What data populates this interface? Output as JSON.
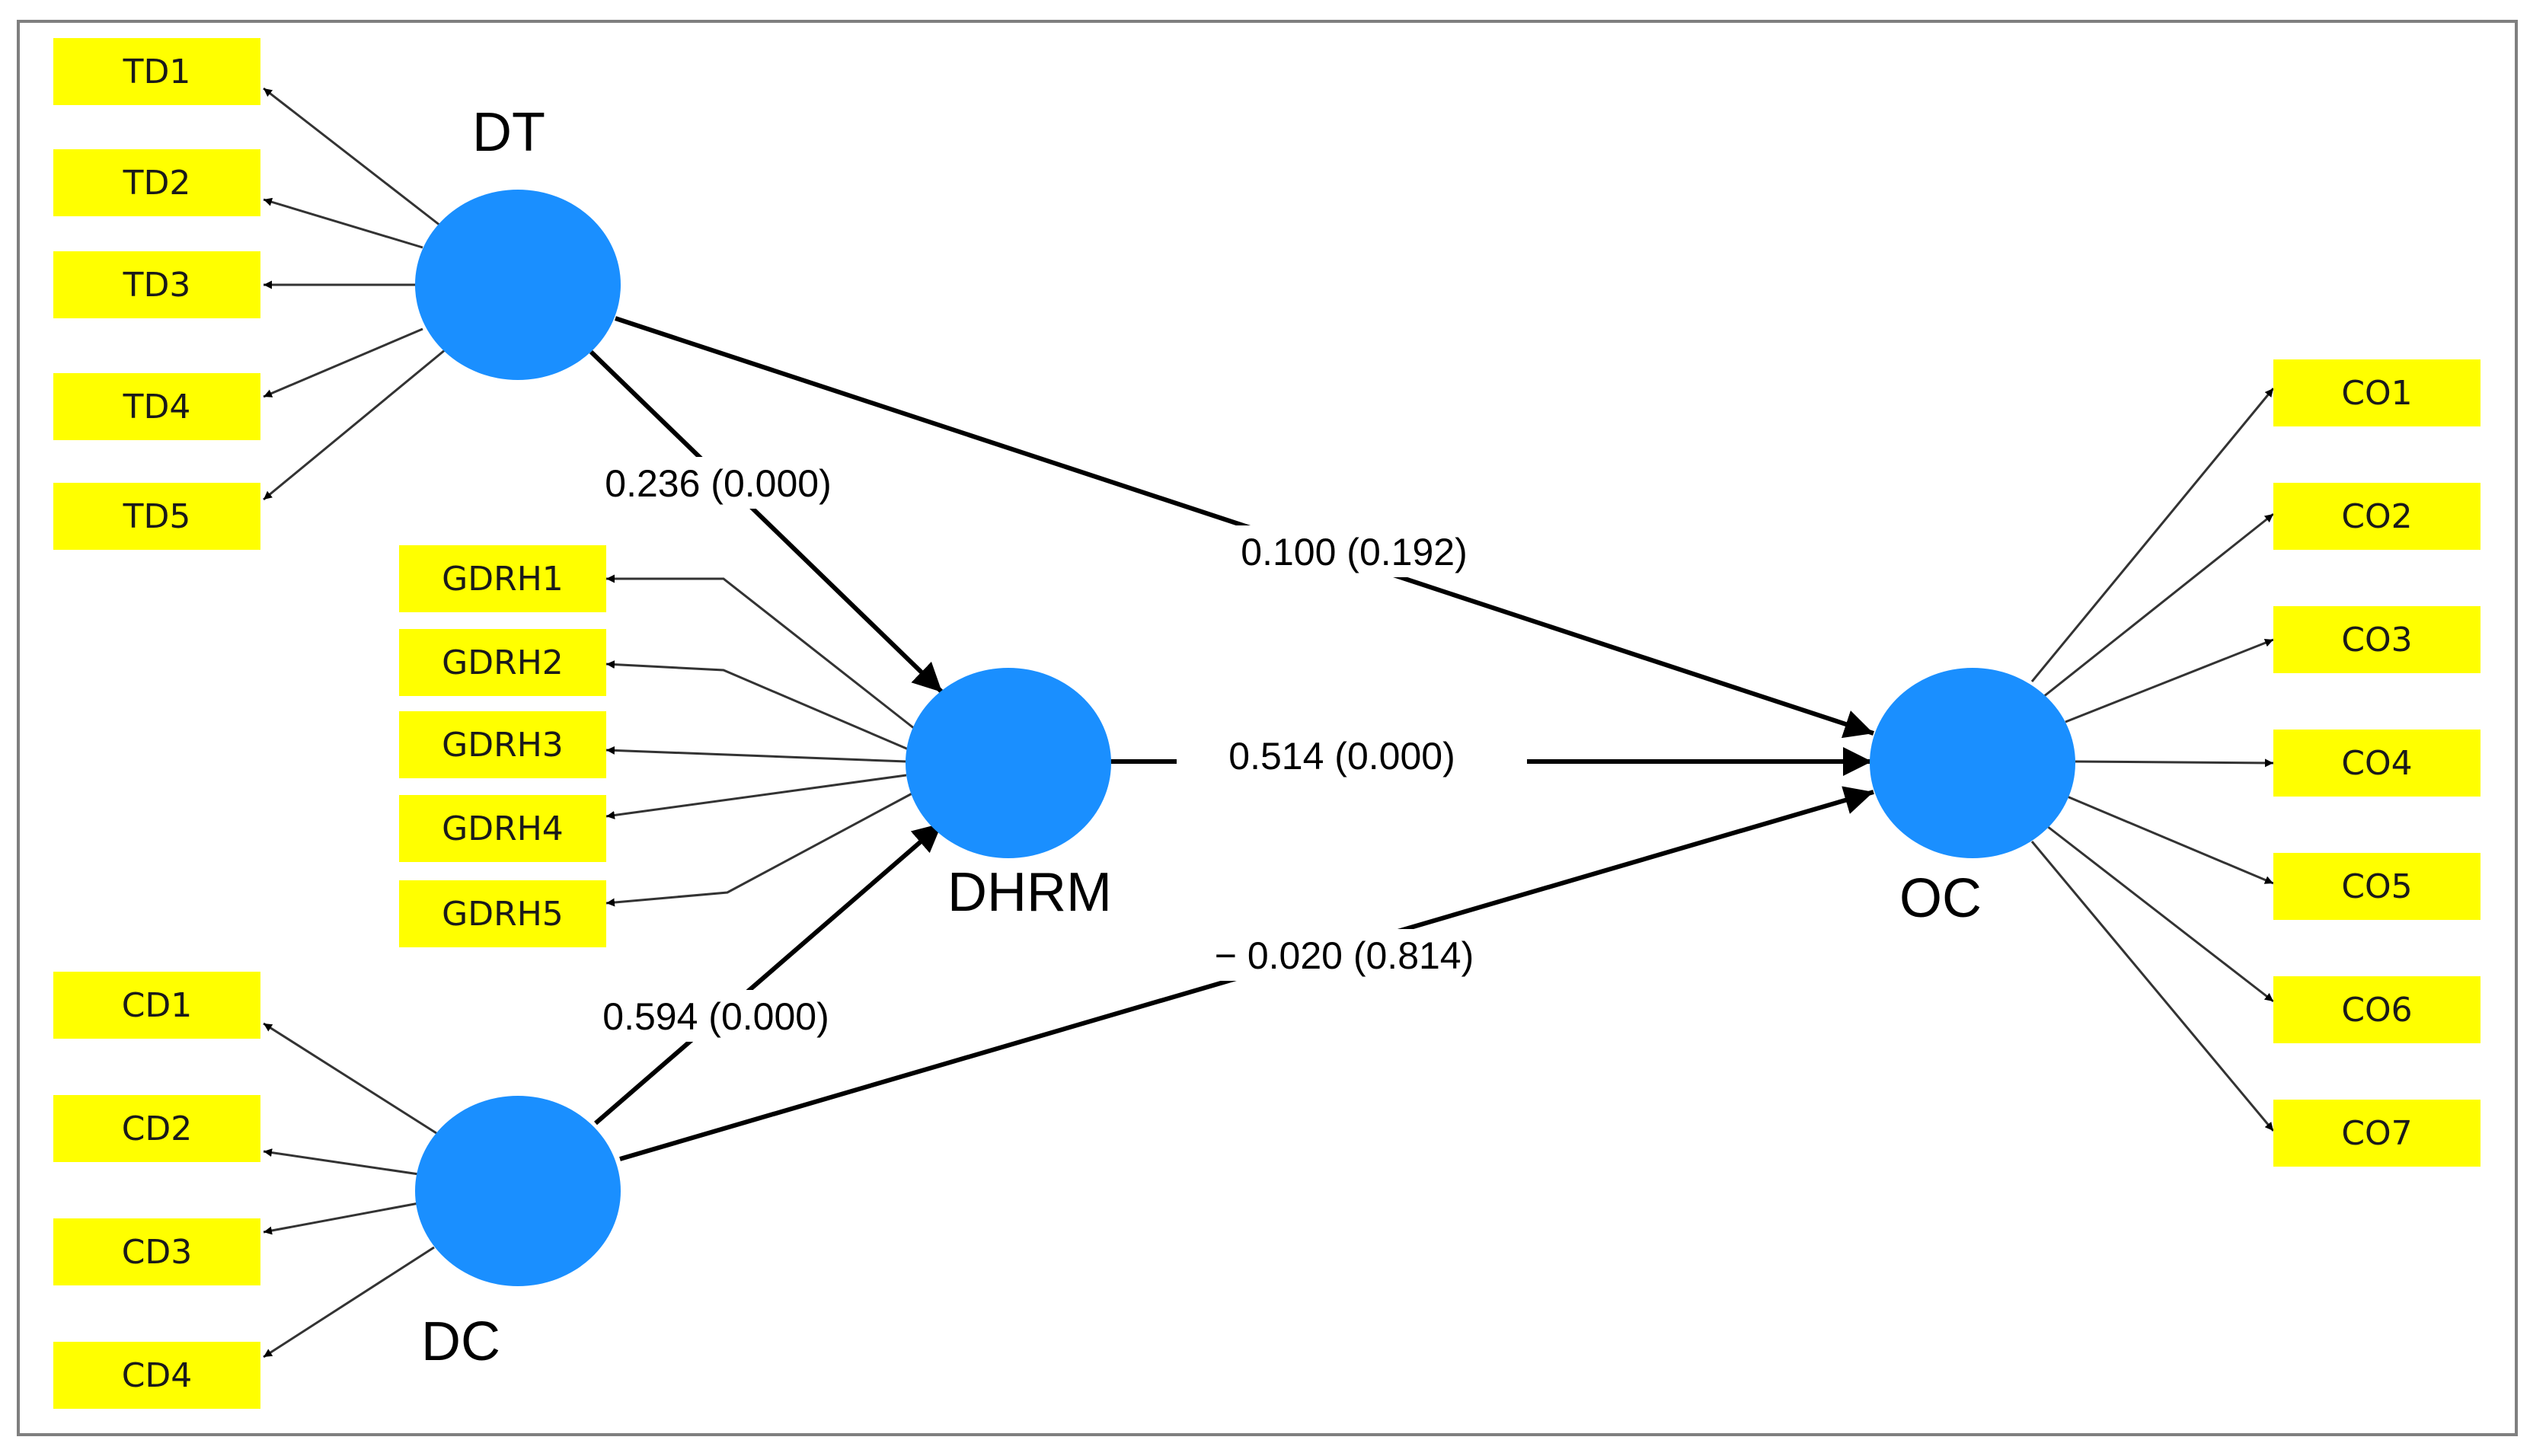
{
  "constructs": {
    "dt": "DT",
    "dhrm": "DHRM",
    "dc": "DC",
    "oc": "OC"
  },
  "indicators": {
    "dt": [
      "TD1",
      "TD2",
      "TD3",
      "TD4",
      "TD5"
    ],
    "dhrm": [
      "GDRH1",
      "GDRH2",
      "GDRH3",
      "GDRH4",
      "GDRH5"
    ],
    "dc": [
      "CD1",
      "CD2",
      "CD3",
      "CD4"
    ],
    "oc": [
      "CO1",
      "CO2",
      "CO3",
      "CO4",
      "CO5",
      "CO6",
      "CO7"
    ]
  },
  "paths": {
    "dt_dhrm": "0.236 (0.000)",
    "dt_oc": "0.100 (0.192)",
    "dhrm_oc": "0.514 (0.000)",
    "dc_dhrm": "0.594 (0.000)",
    "dc_oc": "− 0.020 (0.814)"
  },
  "colors": {
    "latent": "#1a8fff",
    "indicator": "#ffff00"
  }
}
